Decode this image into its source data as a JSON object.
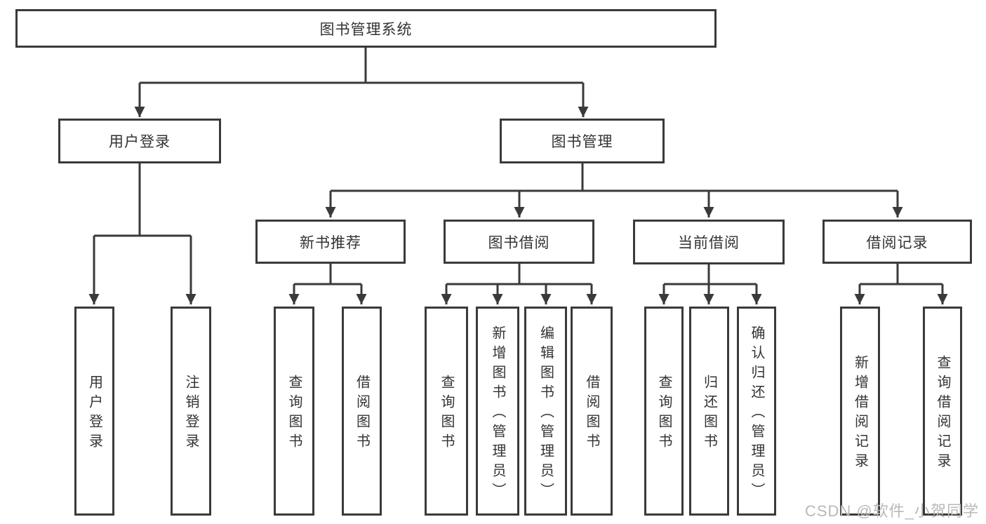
{
  "nodes": {
    "root": {
      "label": "图书管理系统"
    },
    "user_login": {
      "label": "用户登录"
    },
    "book_management": {
      "label": "图书管理"
    },
    "new_book_recommend": {
      "label": "新书推荐"
    },
    "book_borrow": {
      "label": "图书借阅"
    },
    "current_borrow": {
      "label": "当前借阅"
    },
    "borrow_records": {
      "label": "借阅记录"
    },
    "leaf_user_login": {
      "label": "用户登录"
    },
    "leaf_logout": {
      "label": "注销登录"
    },
    "leaf_rec_query": {
      "label": "查询图书"
    },
    "leaf_rec_borrow": {
      "label": "借阅图书"
    },
    "leaf_bor_query": {
      "label": "查询图书"
    },
    "leaf_bor_add": {
      "label": "新增图书（管理员）"
    },
    "leaf_bor_edit": {
      "label": "编辑图书（管理员）"
    },
    "leaf_bor_borrow": {
      "label": "借阅图书"
    },
    "leaf_cur_query": {
      "label": "查询图书"
    },
    "leaf_cur_return": {
      "label": "归还图书"
    },
    "leaf_cur_confirm": {
      "label": "确认归还（管理员）"
    },
    "leaf_records_add": {
      "label": "新增借阅记录"
    },
    "leaf_records_query": {
      "label": "查询借阅记录"
    }
  },
  "hierarchy": {
    "root": [
      "user_login",
      "book_management"
    ],
    "user_login": [
      "leaf_user_login",
      "leaf_logout"
    ],
    "book_management": [
      "new_book_recommend",
      "book_borrow",
      "current_borrow",
      "borrow_records"
    ],
    "new_book_recommend": [
      "leaf_rec_query",
      "leaf_rec_borrow"
    ],
    "book_borrow": [
      "leaf_bor_query",
      "leaf_bor_add",
      "leaf_bor_edit",
      "leaf_bor_borrow"
    ],
    "current_borrow": [
      "leaf_cur_query",
      "leaf_cur_return",
      "leaf_cur_confirm"
    ],
    "borrow_records": [
      "leaf_records_add",
      "leaf_records_query"
    ]
  },
  "watermark": {
    "text": "CSDN @软件_小贺同学"
  },
  "colors": {
    "line": "#3a3a3a",
    "text": "#333333",
    "box_background": "#ffffff",
    "page_background": "#ffffff",
    "watermark": "#b9b9b9"
  }
}
